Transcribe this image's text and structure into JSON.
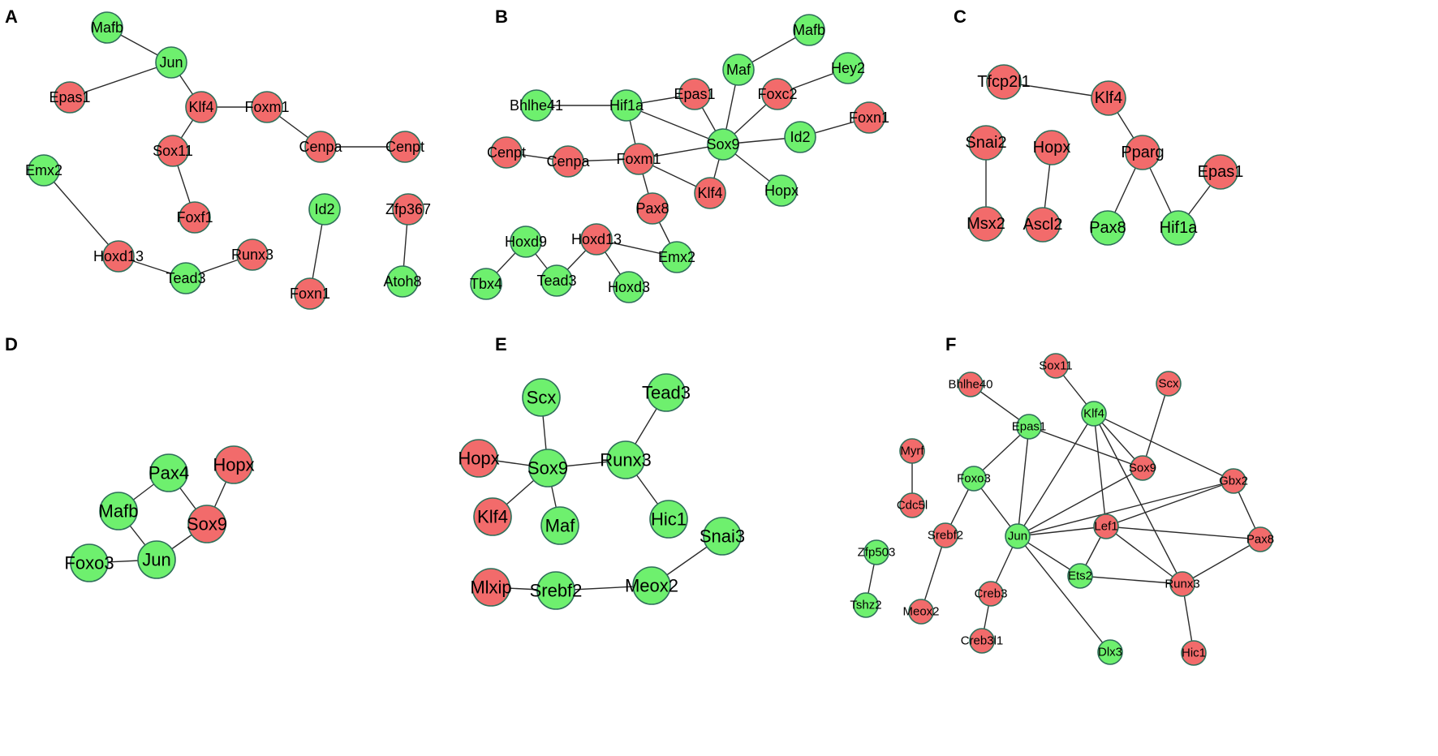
{
  "colors": {
    "up": "#f26b6b",
    "down": "#6ef06e",
    "edge": "#2b2b2b",
    "stroke": "#2f6f5a"
  },
  "panels": [
    {
      "letter": "A",
      "nodes": [
        {
          "id": "Mafb",
          "color": "down"
        },
        {
          "id": "Jun",
          "color": "down"
        },
        {
          "id": "Epas1",
          "color": "up"
        },
        {
          "id": "Klf4",
          "color": "up"
        },
        {
          "id": "Foxm1",
          "color": "up"
        },
        {
          "id": "Sox11",
          "color": "up"
        },
        {
          "id": "Cenpa",
          "color": "up"
        },
        {
          "id": "Cenpt",
          "color": "up"
        },
        {
          "id": "Foxf1",
          "color": "up"
        },
        {
          "id": "Emx2",
          "color": "down"
        },
        {
          "id": "Hoxd13",
          "color": "up"
        },
        {
          "id": "Tead3",
          "color": "down"
        },
        {
          "id": "Runx3",
          "color": "up"
        },
        {
          "id": "Id2",
          "color": "down"
        },
        {
          "id": "Foxn1",
          "color": "up"
        },
        {
          "id": "Zfp367",
          "color": "up"
        },
        {
          "id": "Atoh8",
          "color": "down"
        }
      ],
      "edges": [
        [
          "Mafb",
          "Jun"
        ],
        [
          "Jun",
          "Epas1"
        ],
        [
          "Jun",
          "Klf4"
        ],
        [
          "Klf4",
          "Foxm1"
        ],
        [
          "Klf4",
          "Sox11"
        ],
        [
          "Foxm1",
          "Cenpa"
        ],
        [
          "Cenpa",
          "Cenpt"
        ],
        [
          "Sox11",
          "Foxf1"
        ],
        [
          "Emx2",
          "Hoxd13"
        ],
        [
          "Hoxd13",
          "Tead3"
        ],
        [
          "Tead3",
          "Runx3"
        ],
        [
          "Id2",
          "Foxn1"
        ],
        [
          "Zfp367",
          "Atoh8"
        ]
      ]
    },
    {
      "letter": "B",
      "nodes": [
        {
          "id": "Mafb",
          "color": "down"
        },
        {
          "id": "Maf",
          "color": "down"
        },
        {
          "id": "Hey2",
          "color": "down"
        },
        {
          "id": "Bhlhe41",
          "color": "down"
        },
        {
          "id": "Hif1a",
          "color": "down"
        },
        {
          "id": "Epas1",
          "color": "up"
        },
        {
          "id": "Foxc2",
          "color": "up"
        },
        {
          "id": "Foxn1",
          "color": "up"
        },
        {
          "id": "Sox9",
          "color": "down"
        },
        {
          "id": "Id2",
          "color": "down"
        },
        {
          "id": "Cenpt",
          "color": "up"
        },
        {
          "id": "Cenpa",
          "color": "up"
        },
        {
          "id": "Foxm1",
          "color": "up"
        },
        {
          "id": "Klf4",
          "color": "up"
        },
        {
          "id": "Hopx",
          "color": "down"
        },
        {
          "id": "Pax8",
          "color": "up"
        },
        {
          "id": "Hoxd9",
          "color": "down"
        },
        {
          "id": "Hoxd13",
          "color": "up"
        },
        {
          "id": "Emx2",
          "color": "down"
        },
        {
          "id": "Tbx4",
          "color": "down"
        },
        {
          "id": "Tead3",
          "color": "down"
        },
        {
          "id": "Hoxd3",
          "color": "down"
        }
      ],
      "edges": [
        [
          "Mafb",
          "Maf"
        ],
        [
          "Maf",
          "Sox9"
        ],
        [
          "Hey2",
          "Foxc2"
        ],
        [
          "Foxc2",
          "Sox9"
        ],
        [
          "Bhlhe41",
          "Hif1a"
        ],
        [
          "Hif1a",
          "Epas1"
        ],
        [
          "Hif1a",
          "Sox9"
        ],
        [
          "Hif1a",
          "Foxm1"
        ],
        [
          "Epas1",
          "Sox9"
        ],
        [
          "Sox9",
          "Id2"
        ],
        [
          "Id2",
          "Foxn1"
        ],
        [
          "Sox9",
          "Hopx"
        ],
        [
          "Sox9",
          "Klf4"
        ],
        [
          "Sox9",
          "Foxm1"
        ],
        [
          "Cenpt",
          "Cenpa"
        ],
        [
          "Cenpa",
          "Foxm1"
        ],
        [
          "Foxm1",
          "Klf4"
        ],
        [
          "Foxm1",
          "Pax8"
        ],
        [
          "Pax8",
          "Emx2"
        ],
        [
          "Hoxd13",
          "Emx2"
        ],
        [
          "Hoxd9",
          "Tbx4"
        ],
        [
          "Hoxd9",
          "Tead3"
        ],
        [
          "Tead3",
          "Hoxd13"
        ],
        [
          "Hoxd13",
          "Hoxd3"
        ]
      ]
    },
    {
      "letter": "C",
      "nodes": [
        {
          "id": "Tfcp2l1",
          "color": "up"
        },
        {
          "id": "Klf4",
          "color": "up"
        },
        {
          "id": "Snai2",
          "color": "up"
        },
        {
          "id": "Hopx",
          "color": "up"
        },
        {
          "id": "Pparg",
          "color": "up"
        },
        {
          "id": "Epas1",
          "color": "up"
        },
        {
          "id": "Msx2",
          "color": "up"
        },
        {
          "id": "Ascl2",
          "color": "up"
        },
        {
          "id": "Pax8",
          "color": "down"
        },
        {
          "id": "Hif1a",
          "color": "down"
        }
      ],
      "edges": [
        [
          "Tfcp2l1",
          "Klf4"
        ],
        [
          "Klf4",
          "Pparg"
        ],
        [
          "Snai2",
          "Msx2"
        ],
        [
          "Hopx",
          "Ascl2"
        ],
        [
          "Pparg",
          "Pax8"
        ],
        [
          "Pparg",
          "Hif1a"
        ],
        [
          "Hif1a",
          "Epas1"
        ]
      ]
    },
    {
      "letter": "D",
      "nodes": [
        {
          "id": "Hopx",
          "color": "up"
        },
        {
          "id": "Pax4",
          "color": "down"
        },
        {
          "id": "Mafb",
          "color": "down"
        },
        {
          "id": "Sox9",
          "color": "up"
        },
        {
          "id": "Foxo3",
          "color": "down"
        },
        {
          "id": "Jun",
          "color": "down"
        }
      ],
      "edges": [
        [
          "Pax4",
          "Mafb"
        ],
        [
          "Pax4",
          "Sox9"
        ],
        [
          "Hopx",
          "Sox9"
        ],
        [
          "Mafb",
          "Jun"
        ],
        [
          "Foxo3",
          "Jun"
        ],
        [
          "Jun",
          "Sox9"
        ]
      ]
    },
    {
      "letter": "E",
      "nodes": [
        {
          "id": "Scx",
          "color": "down"
        },
        {
          "id": "Tead3",
          "color": "down"
        },
        {
          "id": "Hopx",
          "color": "up"
        },
        {
          "id": "Sox9",
          "color": "down"
        },
        {
          "id": "Runx3",
          "color": "down"
        },
        {
          "id": "Klf4",
          "color": "up"
        },
        {
          "id": "Maf",
          "color": "down"
        },
        {
          "id": "Hic1",
          "color": "down"
        },
        {
          "id": "Snai3",
          "color": "down"
        },
        {
          "id": "Mlxip",
          "color": "up"
        },
        {
          "id": "Srebf2",
          "color": "down"
        },
        {
          "id": "Meox2",
          "color": "down"
        }
      ],
      "edges": [
        [
          "Scx",
          "Sox9"
        ],
        [
          "Hopx",
          "Sox9"
        ],
        [
          "Sox9",
          "Runx3"
        ],
        [
          "Sox9",
          "Klf4"
        ],
        [
          "Sox9",
          "Maf"
        ],
        [
          "Runx3",
          "Tead3"
        ],
        [
          "Runx3",
          "Hic1"
        ],
        [
          "Mlxip",
          "Srebf2"
        ],
        [
          "Srebf2",
          "Meox2"
        ],
        [
          "Meox2",
          "Snai3"
        ]
      ]
    },
    {
      "letter": "F",
      "nodes": [
        {
          "id": "Sox11",
          "color": "up"
        },
        {
          "id": "Bhlhe40",
          "color": "up"
        },
        {
          "id": "Scx",
          "color": "up"
        },
        {
          "id": "Klf4",
          "color": "down"
        },
        {
          "id": "Epas1",
          "color": "down"
        },
        {
          "id": "Myrf",
          "color": "up"
        },
        {
          "id": "Foxo3",
          "color": "down"
        },
        {
          "id": "Sox9",
          "color": "up"
        },
        {
          "id": "Gbx2",
          "color": "up"
        },
        {
          "id": "Cdc5l",
          "color": "up"
        },
        {
          "id": "Srebf2",
          "color": "up"
        },
        {
          "id": "Jun",
          "color": "down"
        },
        {
          "id": "Lef1",
          "color": "up"
        },
        {
          "id": "Pax8",
          "color": "up"
        },
        {
          "id": "Zfp503",
          "color": "down"
        },
        {
          "id": "Ets2",
          "color": "down"
        },
        {
          "id": "Runx3",
          "color": "up"
        },
        {
          "id": "Creb3",
          "color": "up"
        },
        {
          "id": "Tshz2",
          "color": "down"
        },
        {
          "id": "Meox2",
          "color": "up"
        },
        {
          "id": "Creb3l1",
          "color": "up"
        },
        {
          "id": "Dlx3",
          "color": "down"
        },
        {
          "id": "Hic1",
          "color": "up"
        }
      ],
      "edges": [
        [
          "Sox11",
          "Klf4"
        ],
        [
          "Bhlhe40",
          "Epas1"
        ],
        [
          "Scx",
          "Sox9"
        ],
        [
          "Epas1",
          "Sox9"
        ],
        [
          "Epas1",
          "Foxo3"
        ],
        [
          "Epas1",
          "Jun"
        ],
        [
          "Klf4",
          "Sox9"
        ],
        [
          "Klf4",
          "Gbx2"
        ],
        [
          "Klf4",
          "Jun"
        ],
        [
          "Klf4",
          "Lef1"
        ],
        [
          "Klf4",
          "Runx3"
        ],
        [
          "Foxo3",
          "Jun"
        ],
        [
          "Foxo3",
          "Srebf2"
        ],
        [
          "Sox9",
          "Jun"
        ],
        [
          "Gbx2",
          "Lef1"
        ],
        [
          "Gbx2",
          "Pax8"
        ],
        [
          "Jun",
          "Lef1"
        ],
        [
          "Jun",
          "Ets2"
        ],
        [
          "Jun",
          "Gbx2"
        ],
        [
          "Jun",
          "Creb3"
        ],
        [
          "Jun",
          "Dlx3"
        ],
        [
          "Lef1",
          "Pax8"
        ],
        [
          "Lef1",
          "Runx3"
        ],
        [
          "Lef1",
          "Ets2"
        ],
        [
          "Ets2",
          "Runx3"
        ],
        [
          "Runx3",
          "Pax8"
        ],
        [
          "Runx3",
          "Hic1"
        ],
        [
          "Srebf2",
          "Meox2"
        ],
        [
          "Creb3",
          "Creb3l1"
        ],
        [
          "Myrf",
          "Cdc5l"
        ],
        [
          "Zfp503",
          "Tshz2"
        ]
      ]
    }
  ]
}
